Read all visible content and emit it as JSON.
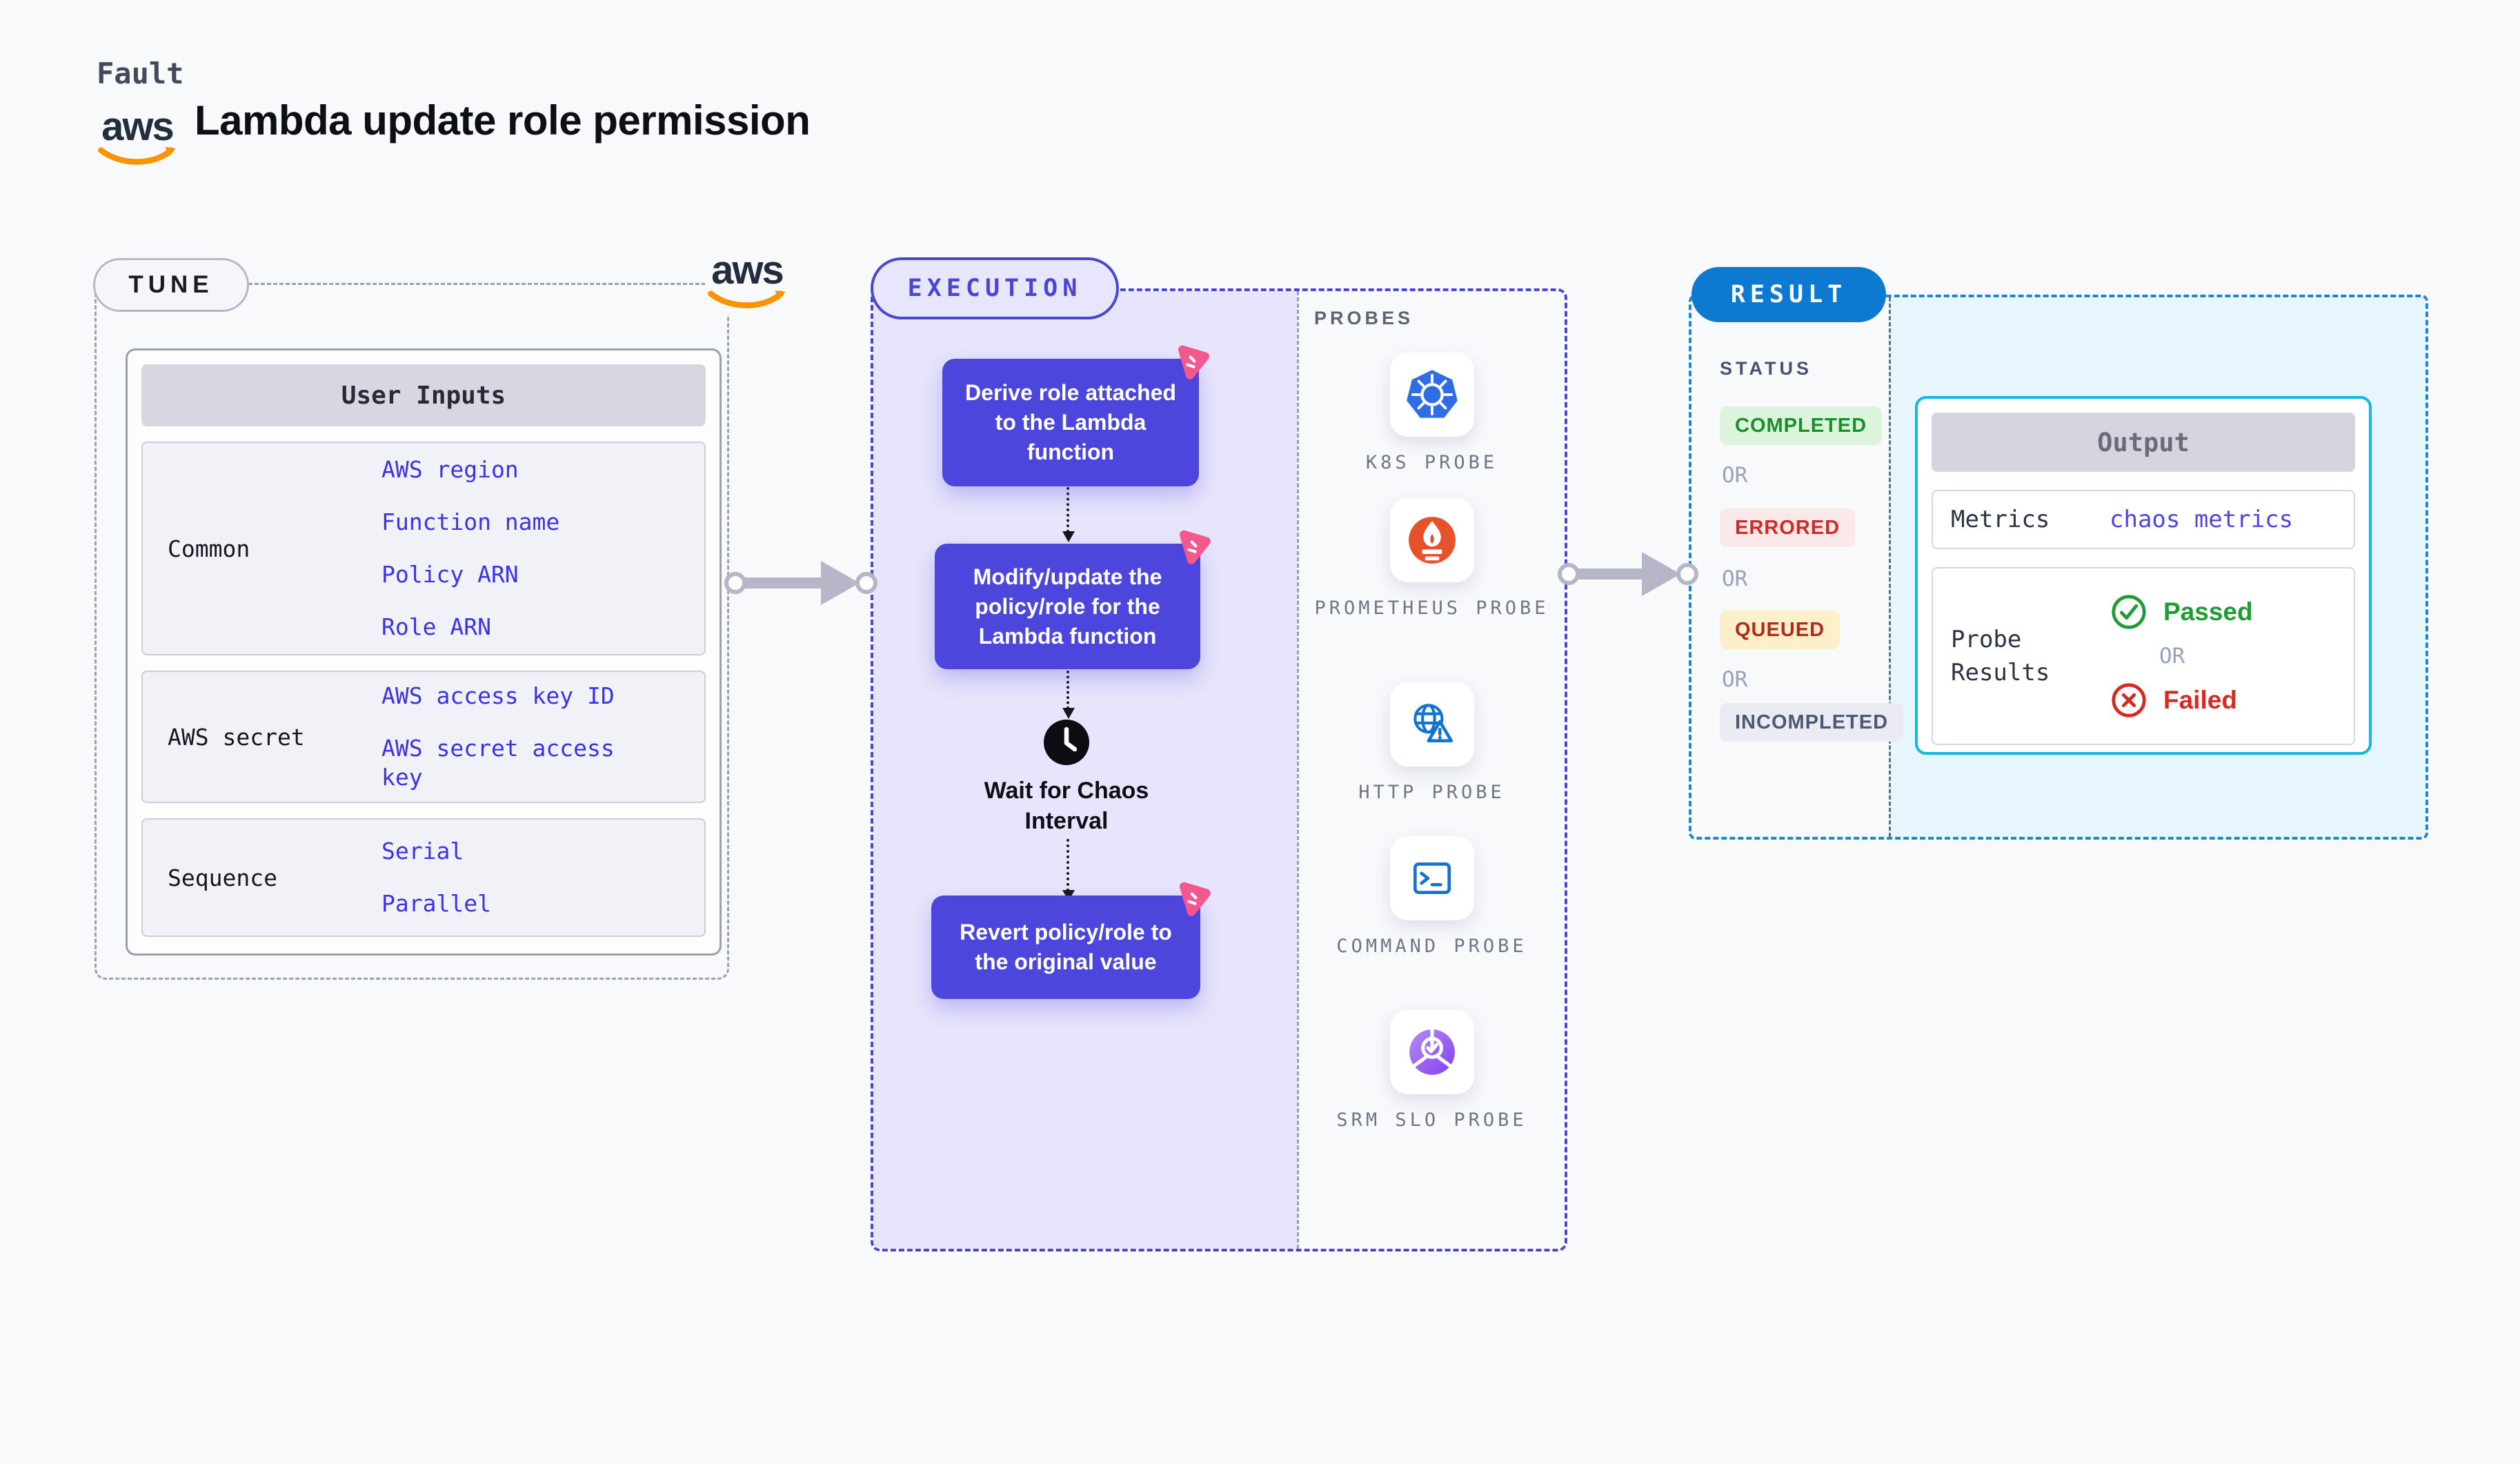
{
  "header": {
    "kicker": "Fault",
    "title": "Lambda update role permission",
    "aws_logo_text": "aws"
  },
  "tune": {
    "badge": "TUNE",
    "table": {
      "header": "User Inputs",
      "rows": [
        {
          "label": "Common",
          "values": [
            "AWS region",
            "Function name",
            "Policy ARN",
            "Role ARN"
          ]
        },
        {
          "label": "AWS secret",
          "values": [
            "AWS access key ID",
            "AWS secret access key"
          ]
        },
        {
          "label": "Sequence",
          "values": [
            "Serial",
            "Parallel"
          ]
        }
      ]
    }
  },
  "execution": {
    "badge": "EXECUTION",
    "steps": [
      "Derive role attached to the Lambda function",
      "Modify/update the policy/role for the Lambda function",
      "Revert policy/role to the original value"
    ],
    "wait_label": "Wait for Chaos Interval"
  },
  "probes": {
    "title": "PROBES",
    "items": [
      {
        "label": "K8S PROBE",
        "icon": "kubernetes-icon"
      },
      {
        "label": "PROMETHEUS PROBE",
        "icon": "prometheus-icon"
      },
      {
        "label": "HTTP PROBE",
        "icon": "http-globe-icon"
      },
      {
        "label": "COMMAND PROBE",
        "icon": "terminal-icon"
      },
      {
        "label": "SRM SLO PROBE",
        "icon": "srm-slo-icon"
      }
    ]
  },
  "result": {
    "badge": "RESULT",
    "status_title": "STATUS",
    "or_label": "OR",
    "statuses": [
      {
        "label": "COMPLETED",
        "color": "#17912b",
        "bg": "#dcf3dc"
      },
      {
        "label": "ERRORED",
        "color": "#d32b24",
        "bg": "#fbe8e8"
      },
      {
        "label": "QUEUED",
        "color": "#b12a20",
        "bg": "#fcf0ca"
      },
      {
        "label": "INCOMPLETED",
        "color": "#4d5972",
        "bg": "#eaebf3"
      }
    ],
    "output": {
      "header": "Output",
      "metrics_label": "Metrics",
      "metrics_value": "chaos metrics",
      "probe_results_label": "Probe Results",
      "passed_label": "Passed",
      "failed_label": "Failed",
      "or_label": "OR"
    }
  },
  "colors": {
    "page_bg": "#f7f9fb",
    "step_purple": "#4c46dc",
    "execution_accent": "#4a46d0",
    "result_accent": "#0d79d0",
    "output_border": "#14b6e6",
    "passed_green": "#1d9e35",
    "failed_red": "#d62a22",
    "aws_orange": "#f79400",
    "chaos_pink": "#f2578d"
  }
}
